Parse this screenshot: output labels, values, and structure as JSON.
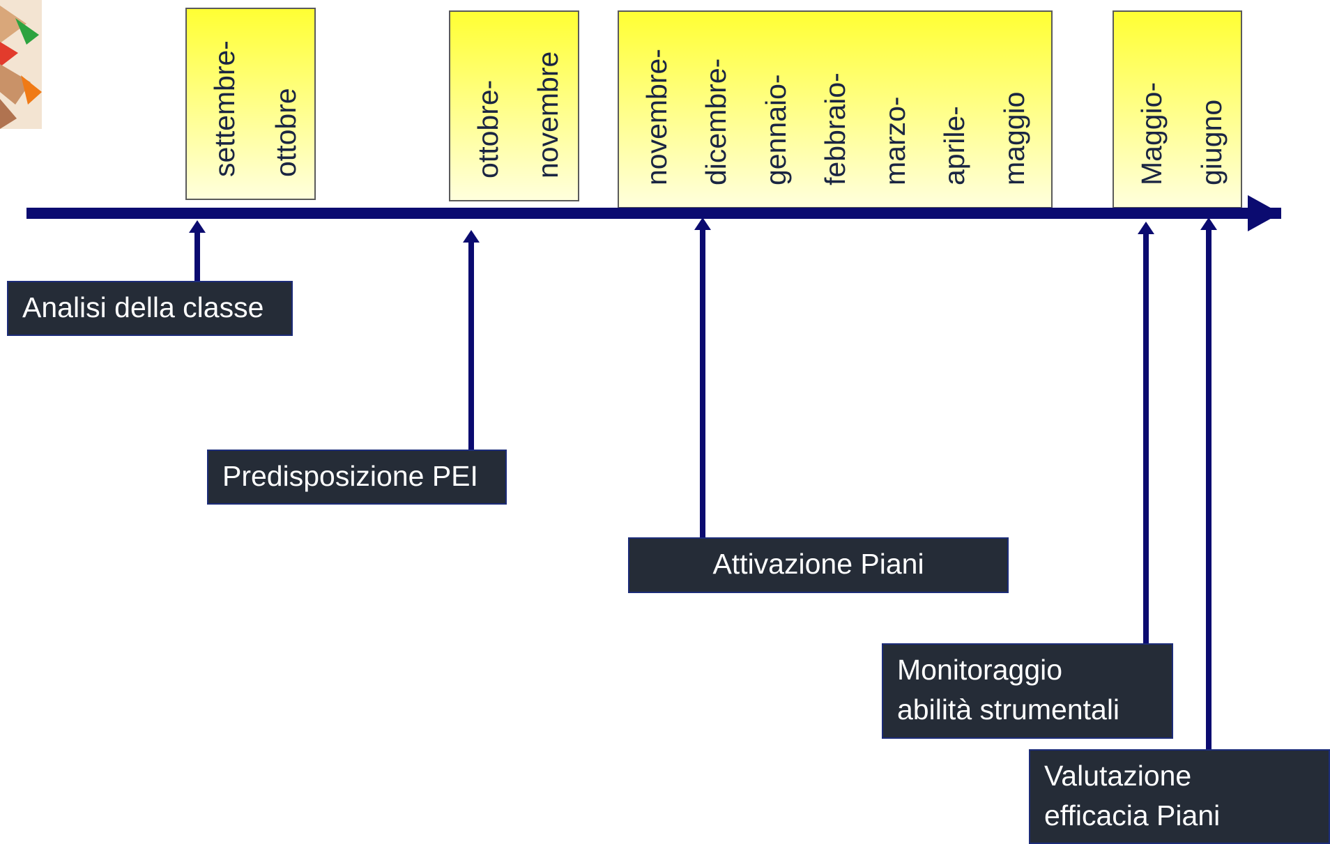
{
  "colors": {
    "timeline": "#0b0b70",
    "month_box_top": "#ffff33",
    "month_box_bottom": "#ffffdd",
    "month_box_border": "#5a5a5a",
    "label_bg": "#252c37",
    "label_border": "#1c2c78",
    "label_text": "#ffffff",
    "month_text": "#1a2542"
  },
  "month_groups": [
    {
      "id": "sep-oct",
      "words": [
        "settembre-",
        "ottobre"
      ]
    },
    {
      "id": "oct-nov",
      "words": [
        "ottobre-",
        "novembre"
      ]
    },
    {
      "id": "nov-may",
      "words": [
        "novembre-",
        "dicembre-",
        "gennaio-",
        "febbraio-",
        "marzo-",
        "aprile-",
        "maggio"
      ]
    },
    {
      "id": "may-jun",
      "words": [
        "Maggio-",
        "giugno"
      ]
    }
  ],
  "phases": [
    {
      "id": "analisi",
      "lines": [
        "Analisi della classe"
      ]
    },
    {
      "id": "pei",
      "lines": [
        "Predisposizione PEI"
      ]
    },
    {
      "id": "attivazione",
      "lines": [
        "Attivazione Piani"
      ]
    },
    {
      "id": "monitoraggio",
      "lines": [
        "Monitoraggio",
        "abilità strumentali"
      ]
    },
    {
      "id": "valutazione",
      "lines": [
        "Valutazione",
        "efficacia Piani"
      ]
    }
  ],
  "decoration": {
    "image": "colored-pencils-image"
  }
}
